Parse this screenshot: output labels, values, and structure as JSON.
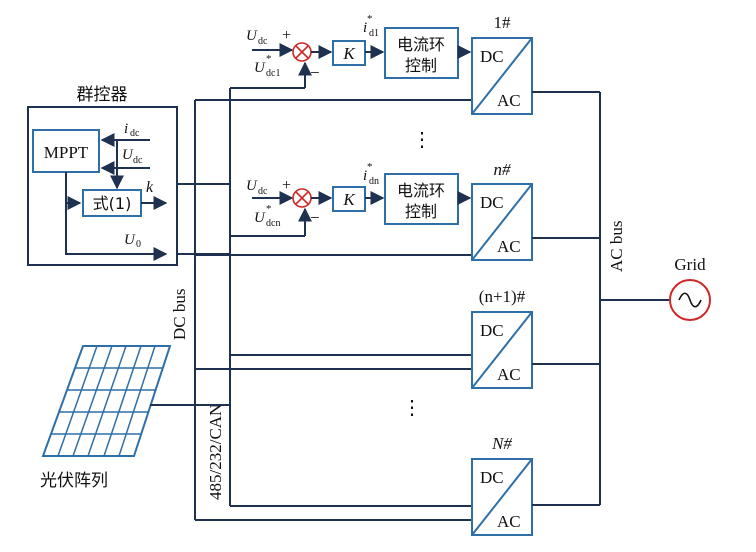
{
  "controller": {
    "title": "群控器",
    "mppt": "MPPT",
    "eq": "式(1)",
    "i_dc": "i",
    "i_dc_sub": "dc",
    "u_dc": "U",
    "u_dc_sub": "dc",
    "k": "k",
    "u0": "U",
    "u0_sub": "0"
  },
  "loop1": {
    "u_dc": "U",
    "u_dc_sub": "dc",
    "u_ref": "U",
    "u_ref_sub": "dc1",
    "star": "*",
    "plus": "+",
    "minus": "−",
    "k": "K",
    "i_ref": "i",
    "i_ref_sub": "d1",
    "ctrl1": "电流环",
    "ctrl2": "控制"
  },
  "loopn": {
    "u_dc": "U",
    "u_dc_sub": "dc",
    "u_ref": "U",
    "u_ref_sub": "dcn",
    "star": "*",
    "plus": "+",
    "minus": "−",
    "k": "K",
    "i_ref": "i",
    "i_ref_sub": "dn",
    "ctrl1": "电流环",
    "ctrl2": "控制"
  },
  "inverters": [
    {
      "label": "1#",
      "dc": "DC",
      "ac": "AC"
    },
    {
      "label": "n#",
      "dc": "DC",
      "ac": "AC"
    },
    {
      "label": "(n+1)#",
      "dc": "DC",
      "ac": "AC"
    },
    {
      "label": "N#",
      "dc": "DC",
      "ac": "AC"
    }
  ],
  "dots": "⋮",
  "buses": {
    "dc_bus": "DC bus",
    "ac_bus": "AC bus",
    "comm": "485/232/CAN"
  },
  "grid": "Grid",
  "pv": "光伏阵列"
}
